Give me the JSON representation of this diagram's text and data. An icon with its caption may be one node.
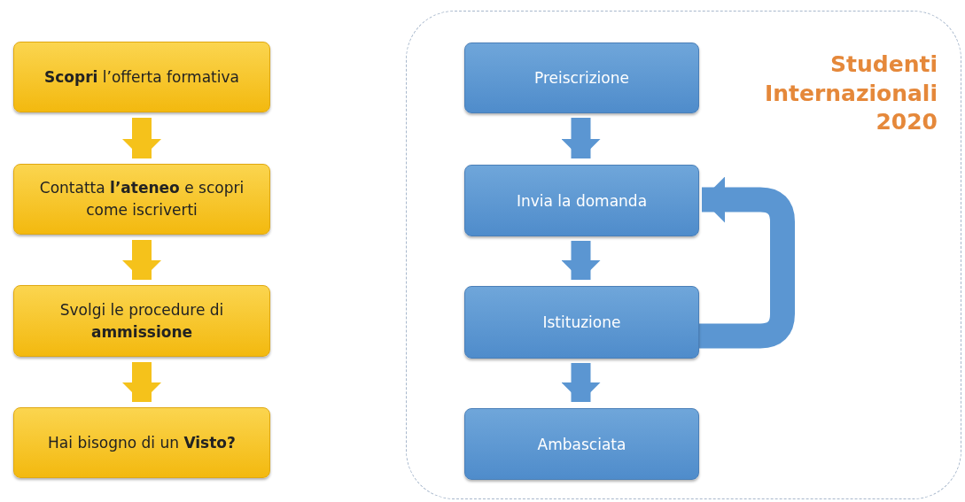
{
  "diagram": {
    "nodes": [
      {
        "text": [
          "**Scopri** l’offerta formativa"
        ]
      },
      {
        "text": [
          "Contatta **l’ateneo** e scopri come iscriverti"
        ]
      },
      {
        "text": [
          "Svolgi le procedure di **ammissione**"
        ]
      },
      {
        "text": [
          "Hai bisogno di un **Visto?**"
        ]
      },
      {
        "text": [
          "Studenti Internazionali 2020"
        ]
      },
      {
        "text": [
          "Preiscrizione"
        ],
        "in": 4
      },
      {
        "text": [
          "Invia la domanda"
        ],
        "in": 4
      },
      {
        "text": [
          "Istituzione"
        ],
        "in": 4
      },
      {
        "text": [
          "Ambasciata"
        ],
        "in": 4
      }
    ],
    "edges": [
      {
        "from": 0,
        "to": 1,
        "arrow": "to",
        "color": "#f5c21b"
      },
      {
        "from": 1,
        "to": 2,
        "arrow": "to",
        "color": "#f5c21b"
      },
      {
        "from": 2,
        "to": 3,
        "arrow": "to",
        "color": "#f5c21b"
      },
      {
        "from": 5,
        "to": 6,
        "arrow": "to"
      },
      {
        "from": 6,
        "to": 7,
        "arrow": "to"
      },
      {
        "from": 7,
        "to": 8,
        "arrow": "to"
      },
      {
        "from": 7,
        "to": 6,
        "arrow": "to"
      }
    ]
  }
}
